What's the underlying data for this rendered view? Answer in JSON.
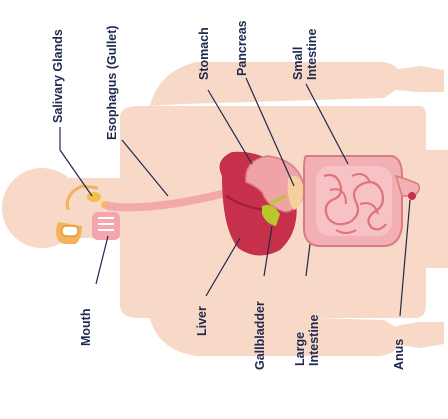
{
  "labels": {
    "salivary_glands": "Salivary Glands",
    "esophagus": "Esophagus (Gullet)",
    "stomach": "Stomach",
    "pancreas": "Pancreas",
    "small_intestine": [
      "Small",
      "Intestine"
    ],
    "mouth": "Mouth",
    "liver": "Liver",
    "gallbladder": "Gallbladder",
    "large_intestine": [
      "Large",
      "Intestine"
    ],
    "anus": "Anus"
  },
  "colors": {
    "skin": "#f8d8c6",
    "skin_shadow": "#f1c3ab",
    "liver": "#c7304a",
    "liver_dark": "#9d1f35",
    "stomach": "#f0a2a6",
    "esophagus": "#f3a9a8",
    "small_intestine": "#f4a6ac",
    "large_intestine": "#f2b0b4",
    "gallbladder": "#b7c82d",
    "pancreas": "#f6cf9e",
    "salivary": "#f2c04a",
    "leader_line": "#1e2a4e",
    "label_text": "#1e2a4e"
  }
}
